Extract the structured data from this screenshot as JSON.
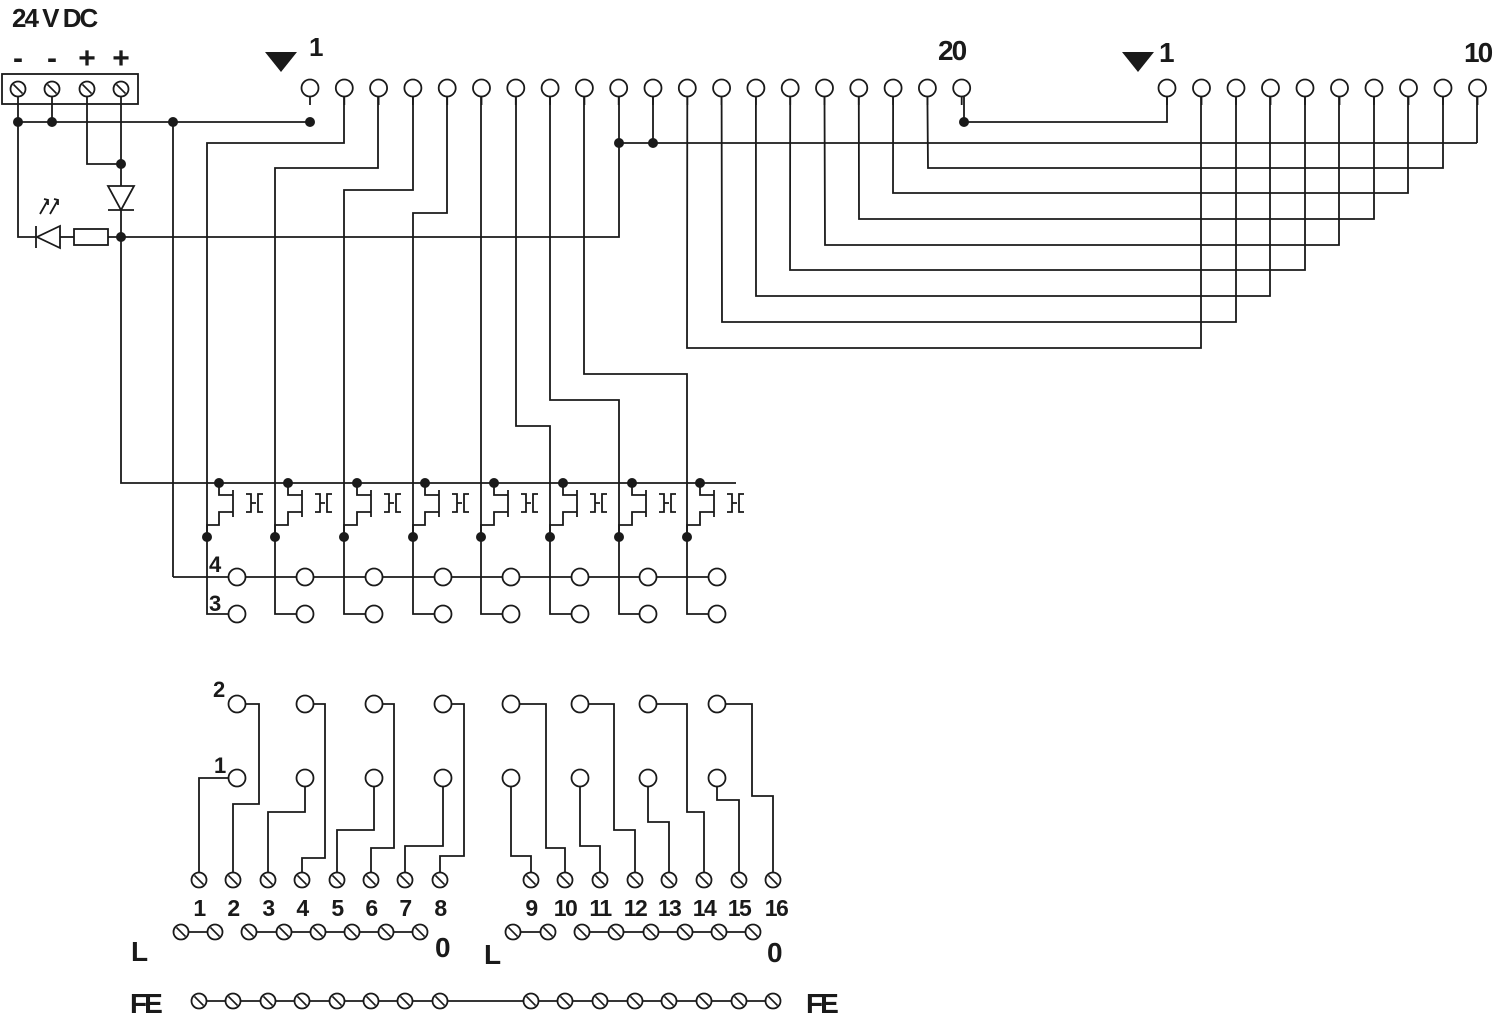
{
  "supply": {
    "label": "24 V DC",
    "polarity": [
      "-",
      "-",
      "+",
      "+"
    ]
  },
  "connector_a": {
    "first": "1",
    "last": "20"
  },
  "connector_b": {
    "first": "1",
    "last": "10"
  },
  "relay_contacts": {
    "upper_row": "4",
    "lower_row": "3"
  },
  "upper_terminals": {
    "row_2": "2",
    "row_1": "1"
  },
  "terminal_numbers": [
    "1",
    "2",
    "3",
    "4",
    "5",
    "6",
    "7",
    "8",
    "9",
    "10",
    "11",
    "12",
    "13",
    "14",
    "15",
    "16"
  ],
  "bus_labels": {
    "left_L": "L",
    "left_0": "0",
    "right_L": "L",
    "right_0": "0",
    "fe_left": "FE",
    "fe_right": "FE"
  },
  "colors": {
    "line": "#1a1a1a",
    "background": "#ffffff"
  }
}
